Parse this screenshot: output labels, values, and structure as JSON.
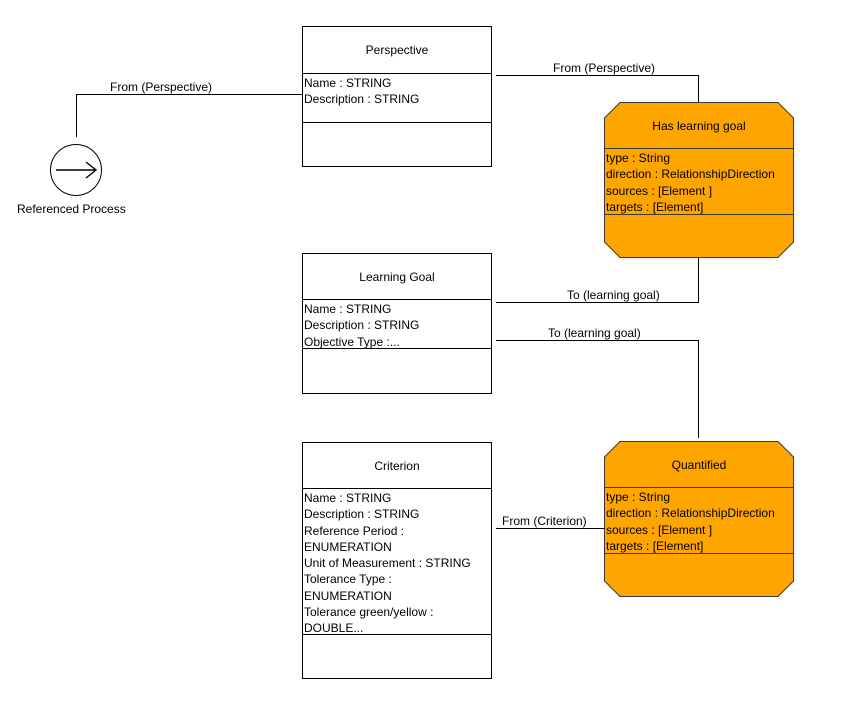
{
  "process": {
    "label": "Referenced Process"
  },
  "classes": {
    "perspective": {
      "title": "Perspective",
      "attributes": [
        "Name : STRING",
        "Description : STRING"
      ]
    },
    "learning_goal": {
      "title": "Learning Goal",
      "attributes": [
        "Name : STRING",
        "Description : STRING",
        "Objective Type :..."
      ]
    },
    "criterion": {
      "title": "Criterion",
      "attributes": [
        "Name : STRING",
        "Description : STRING",
        "Reference Period :",
        "ENUMERATION",
        "Unit of Measurement : STRING",
        "Tolerance Type :",
        "ENUMERATION",
        "Tolerance green/yellow :",
        "DOUBLE..."
      ]
    }
  },
  "relations": {
    "has_learning_goal": {
      "title": "Has learning goal",
      "attributes": [
        "type : String",
        "direction : RelationshipDirection",
        "sources : [Element ]",
        "targets : [Element]"
      ]
    },
    "quantified": {
      "title": "Quantified",
      "attributes": [
        "type : String",
        "direction : RelationshipDirection",
        "sources : [Element ]",
        "targets : [Element]"
      ]
    }
  },
  "edge_labels": {
    "process_perspective": "From (Perspective)",
    "perspective_relation": "From (Perspective)",
    "relation_learning_goal": "To (learning goal)",
    "learning_goal_quantified": "To (learning goal)",
    "criterion_quantified": "From (Criterion)"
  },
  "colors": {
    "relation_fill": "#ffa500",
    "line": "#000000"
  }
}
